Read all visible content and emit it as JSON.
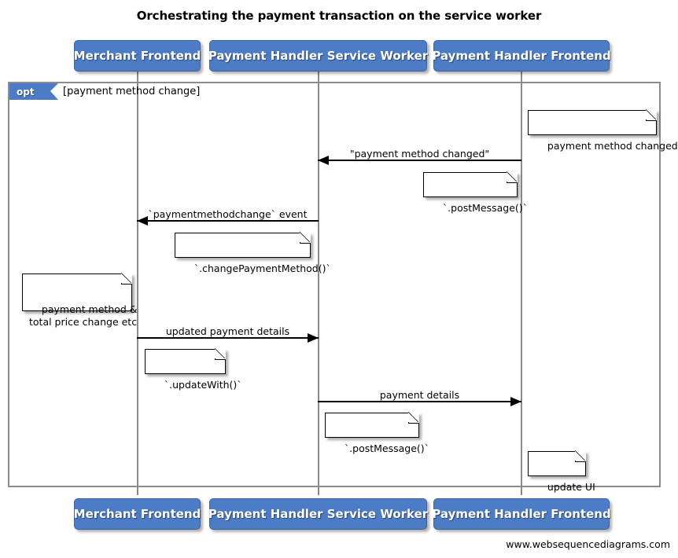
{
  "diagram": {
    "title": "Orchestrating the payment transaction on the service worker",
    "type": "sequence-diagram",
    "footer_credit": "www.websequencediagrams.com",
    "colors": {
      "participant_fill": "#4d7cc7",
      "participant_text": "#ffffff",
      "fragment_border": "#8c8c8c",
      "lifeline": "#8c8c8c",
      "arrow": "#000000",
      "note_fill": "#ffffff",
      "background": "#ffffff"
    }
  },
  "participants": [
    {
      "id": "merchant-frontend",
      "label": "Merchant Frontend"
    },
    {
      "id": "payment-handler-service-worker",
      "label": "Payment Handler Service Worker"
    },
    {
      "id": "payment-handler-frontend",
      "label": "Payment Handler Frontend"
    }
  ],
  "fragment": {
    "operator": "opt",
    "condition": "[payment method change]"
  },
  "messages": [
    {
      "id": "payment-method-changed",
      "label": "\"payment method changed\"",
      "from": "payment-handler-frontend",
      "to": "payment-handler-service-worker",
      "direction": "left"
    },
    {
      "id": "paymentmethodchange-event",
      "label": "`paymentmethodchange` event",
      "from": "payment-handler-service-worker",
      "to": "merchant-frontend",
      "direction": "left"
    },
    {
      "id": "updated-payment-details",
      "label": "updated payment details",
      "from": "merchant-frontend",
      "to": "payment-handler-service-worker",
      "direction": "right"
    },
    {
      "id": "payment-details",
      "label": "payment details",
      "from": "payment-handler-service-worker",
      "to": "payment-handler-frontend",
      "direction": "right"
    }
  ],
  "notes": [
    {
      "id": "note-payment-method-changed",
      "text": "payment method changed",
      "attached_to": "payment-handler-frontend"
    },
    {
      "id": "note-post-message-1",
      "text": "`.postMessage()`",
      "attached_to": "payment-handler-frontend"
    },
    {
      "id": "note-change-payment-method",
      "text": "`.changePaymentMethod()`",
      "attached_to": "payment-handler-service-worker"
    },
    {
      "id": "note-payment-method-total-price",
      "text": "payment method &\ntotal price change etc",
      "attached_to": "merchant-frontend"
    },
    {
      "id": "note-update-with",
      "text": "`.updateWith()`",
      "attached_to": "merchant-frontend"
    },
    {
      "id": "note-post-message-2",
      "text": "`.postMessage()`",
      "attached_to": "payment-handler-service-worker"
    },
    {
      "id": "note-update-ui",
      "text": "update UI",
      "attached_to": "payment-handler-frontend"
    }
  ]
}
